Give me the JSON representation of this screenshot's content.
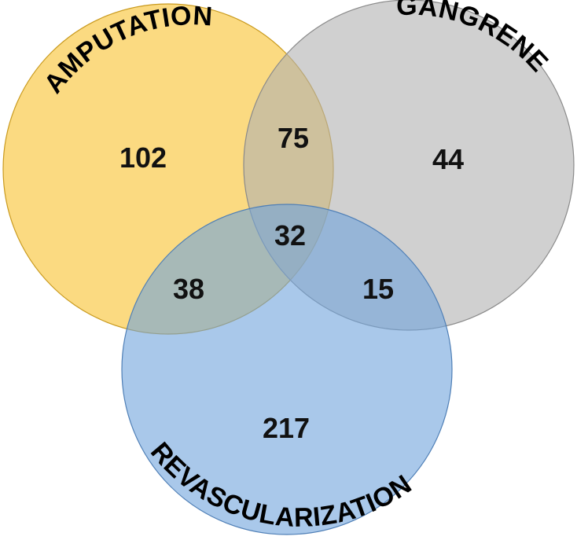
{
  "sets": [
    {
      "id": "amputation",
      "label": "AMPUTATION",
      "color": "#F8C12D"
    },
    {
      "id": "gangrene",
      "label": "GANGRENE",
      "color": "#B0B0B0"
    },
    {
      "id": "revascularization",
      "label": "REVASCULARIZATION",
      "color": "#6FA3DC"
    }
  ],
  "regions": {
    "amputation_only": "102",
    "gangrene_only": "44",
    "revascularization_only": "217",
    "amputation_gangrene": "75",
    "amputation_revascularization": "38",
    "gangrene_revascularization": "15",
    "all_three": "32"
  }
}
